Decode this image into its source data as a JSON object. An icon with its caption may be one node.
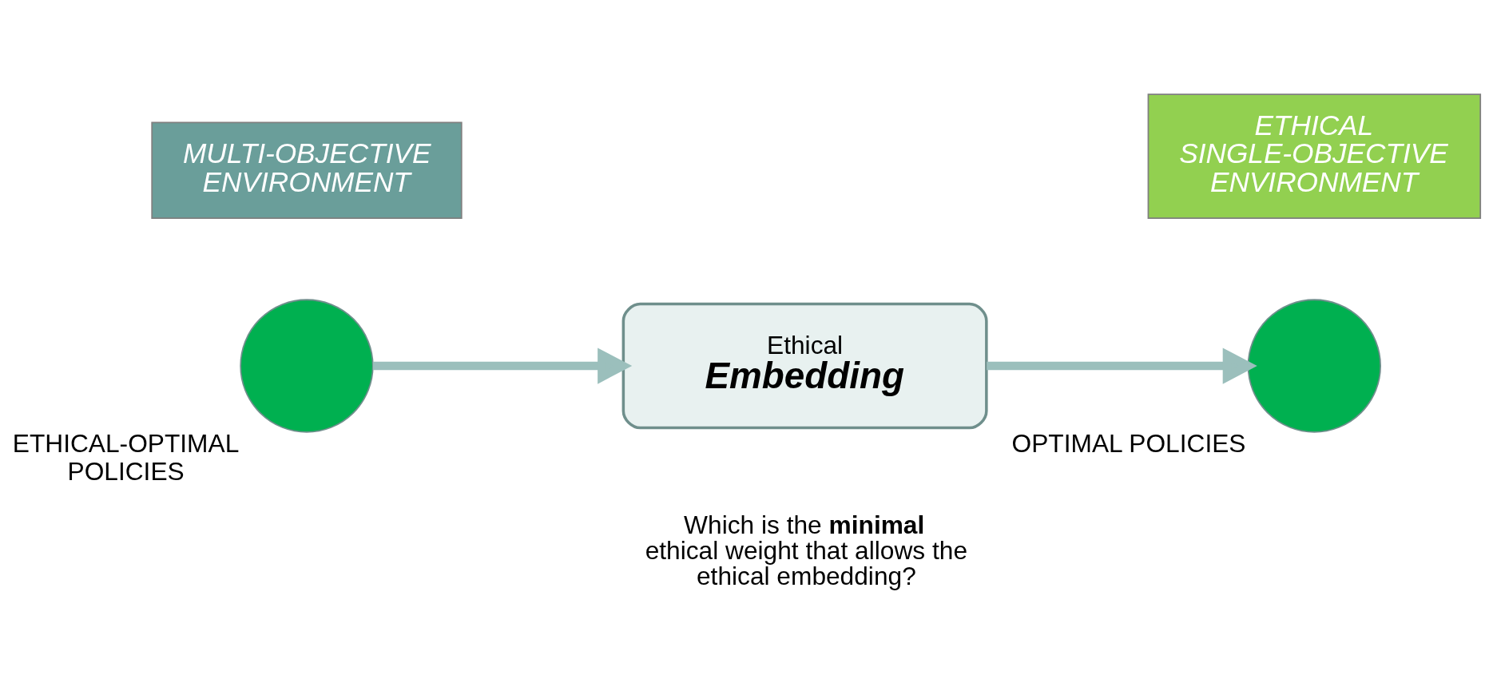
{
  "diagram": {
    "nodes": [
      {
        "text": [
          "MULTI-OBJECTIVE ENVIRONMENT"
        ]
      },
      {
        "text": [
          "ETHICAL SINGLE-OBJECTIVE ENVIRONMENT"
        ]
      },
      {
        "text": [
          "ETHICAL-OPTIMAL POLICIES"
        ]
      },
      {
        "text": [
          "Ethical",
          "Embedding"
        ]
      },
      {
        "text": [
          "OPTIMAL POLICIES"
        ]
      }
    ],
    "edges": [
      {
        "from": 2,
        "to": 3,
        "arrow": "to"
      },
      {
        "from": 3,
        "to": 4,
        "arrow": "to"
      }
    ],
    "labels": [
      "Which is the **minimal** ethical weight that allows the ethical embedding?"
    ]
  }
}
